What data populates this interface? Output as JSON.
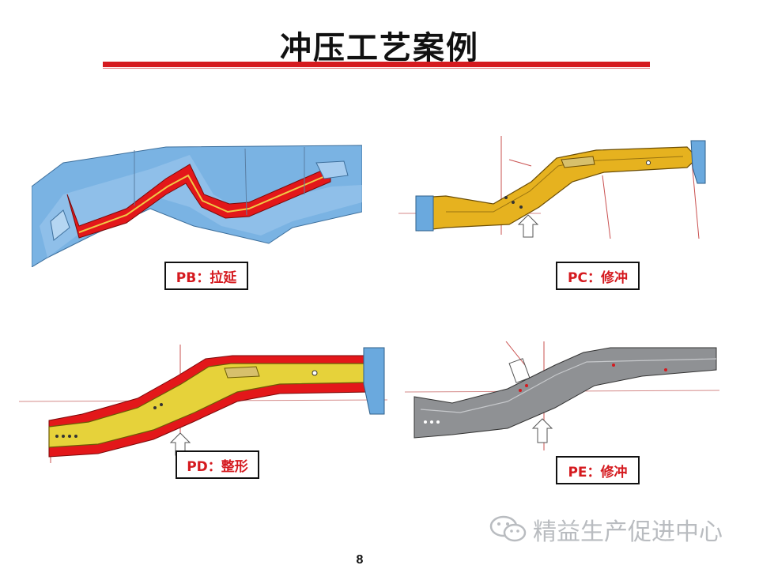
{
  "slide": {
    "title": "冲压工艺案例",
    "page_number": "8",
    "watermark_text": "精益生产促进中心"
  },
  "panels": [
    {
      "label": "PB：拉延"
    },
    {
      "label": "PC：修冲"
    },
    {
      "label": "PD：整形"
    },
    {
      "label": "PE：修冲"
    }
  ],
  "colors": {
    "accent_red": "#d51a1f",
    "die_blue": "#6aa9de",
    "part_red": "#e3171a",
    "part_yellow": "#e6b21f",
    "part_gray": "#8f9194"
  },
  "icons": [
    "wechat-logo-icon",
    "press-direction-arrow-icon"
  ]
}
